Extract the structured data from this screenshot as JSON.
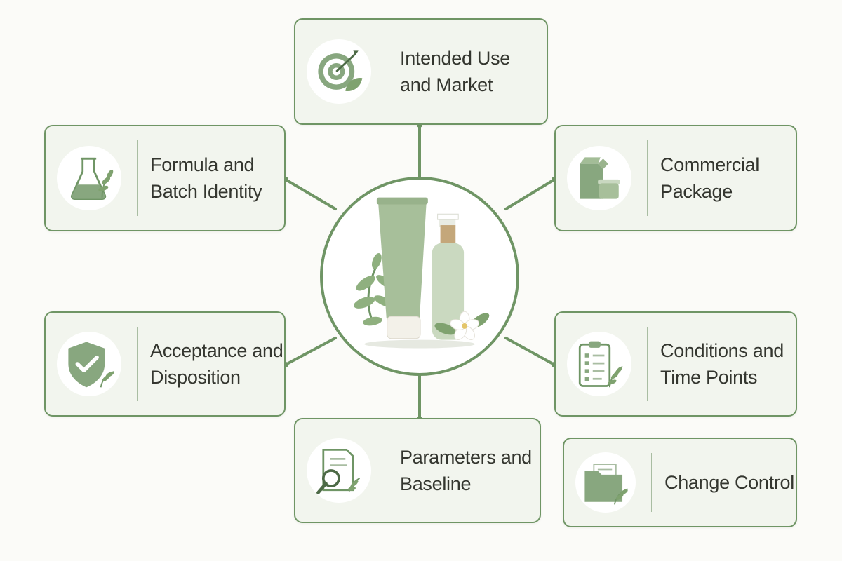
{
  "colors": {
    "accent": "#6f9565",
    "icon_fill": "#88a77f",
    "card_bg": "#f2f5ee",
    "text": "#34362f"
  },
  "center": {
    "icon": "skincare-products-illustration"
  },
  "nodes": [
    {
      "id": "intended-use",
      "icon": "target-leaf-icon",
      "lines": [
        "Intended Use",
        "and Market"
      ]
    },
    {
      "id": "formula",
      "icon": "flask-leaf-icon",
      "lines": [
        "Formula and",
        "Batch Identity"
      ]
    },
    {
      "id": "package",
      "icon": "package-jar-icon",
      "lines": [
        "Commercial",
        "Package"
      ]
    },
    {
      "id": "acceptance",
      "icon": "shield-check-icon",
      "lines": [
        "Acceptance and",
        "Disposition"
      ]
    },
    {
      "id": "conditions",
      "icon": "clipboard-checklist-icon",
      "lines": [
        "Conditions and",
        "Time Points"
      ]
    },
    {
      "id": "parameters",
      "icon": "document-magnifier-icon",
      "lines": [
        "Parameters and",
        "Baseline"
      ]
    },
    {
      "id": "change-control",
      "icon": "folder-leaf-icon",
      "lines": [
        "Change Control"
      ]
    }
  ]
}
